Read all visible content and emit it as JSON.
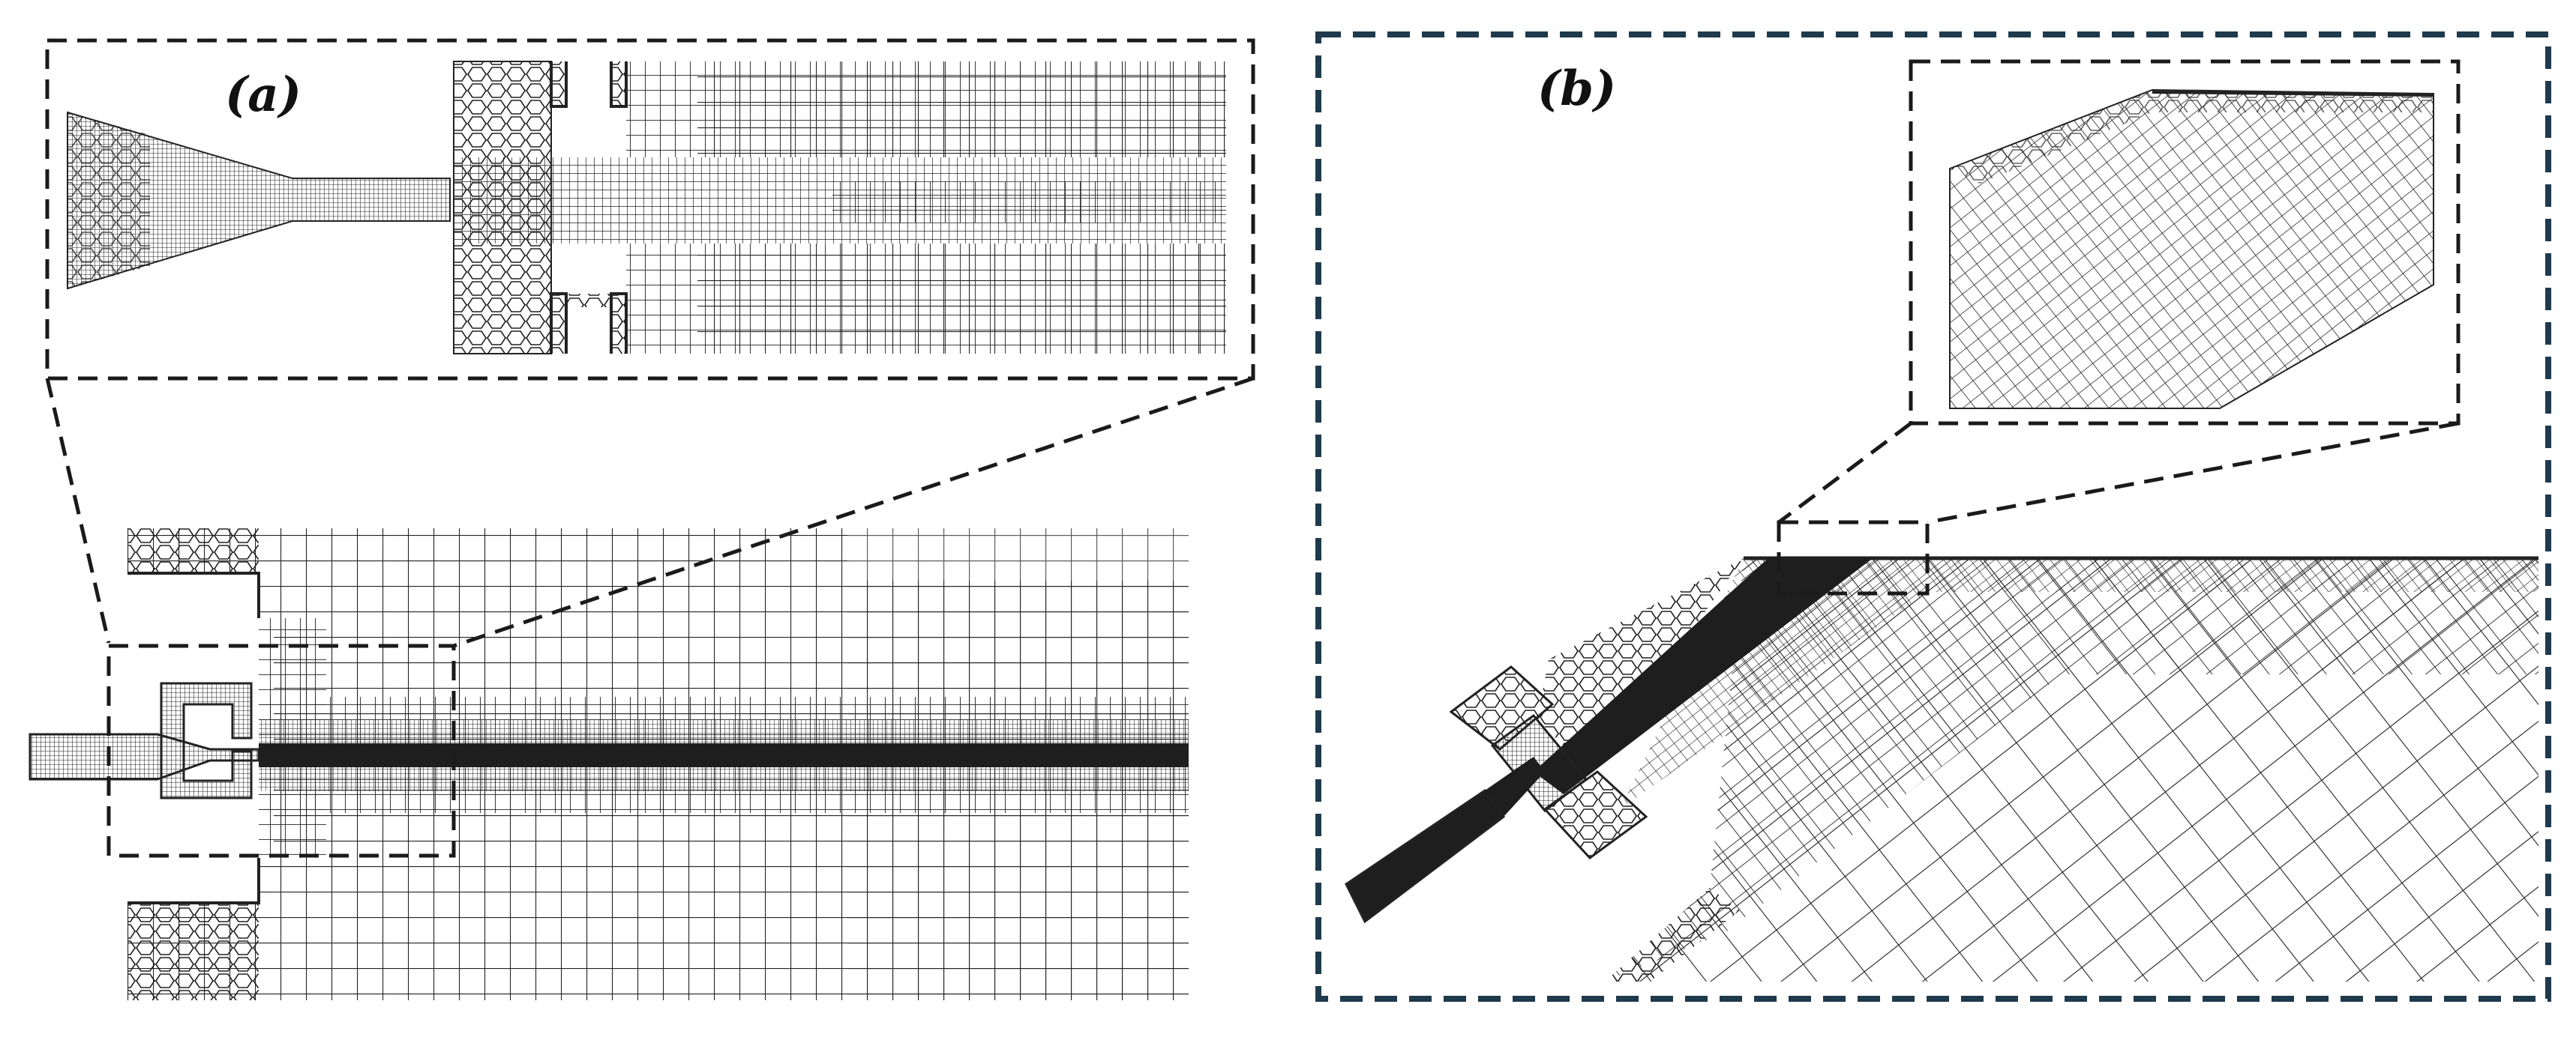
{
  "panels": [
    {
      "id": "a",
      "label": "(a)"
    },
    {
      "id": "b",
      "label": "(b)"
    }
  ],
  "colors": {
    "mesh_line": "#1a1a1a",
    "zoom_box": "#1a1a1a",
    "panel_b_frame": "#1f3a4d",
    "background": "#ffffff"
  },
  "icons": []
}
